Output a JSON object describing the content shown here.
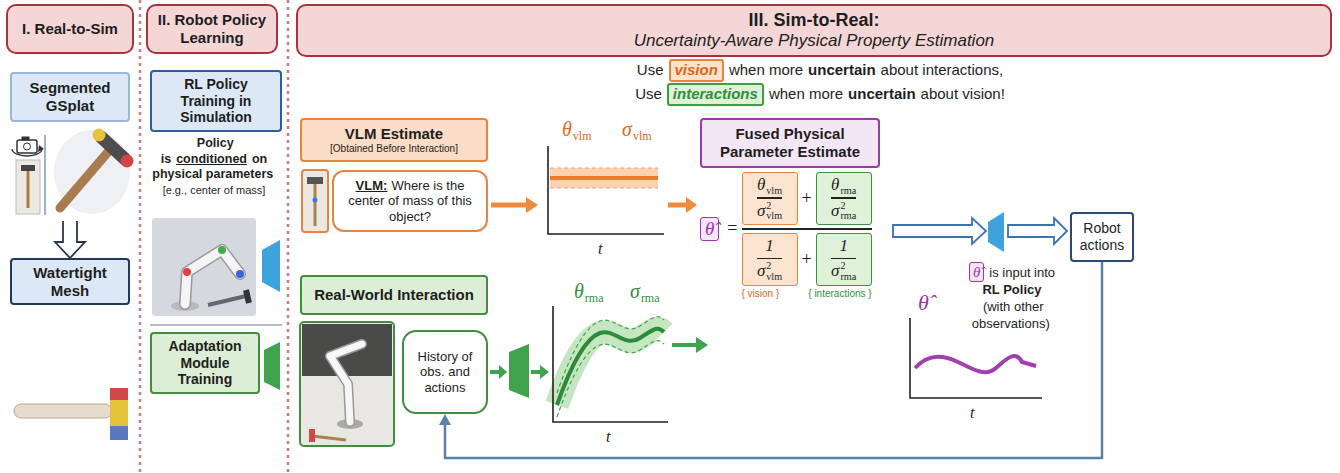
{
  "diagram": {
    "nodes": [
      {
        "text": [
          "I. Real-to-Sim"
        ]
      },
      {
        "text": [
          "Segmented GSplat"
        ]
      },
      {
        "text": [
          "Watertight Mesh"
        ]
      },
      {
        "text": [
          "II. Robot Policy Learning"
        ]
      },
      {
        "text": [
          "RL Policy Training in Simulation"
        ]
      },
      {
        "text": [
          "Adaptation Module Training"
        ]
      },
      {
        "text": [
          "III. Sim-to-Real:",
          "Uncertainty-Aware Physical Property Estimation"
        ]
      },
      {
        "text": [
          "VLM Estimate",
          "[Obtained Before Interaction]"
        ]
      },
      {
        "text": [
          "VLM:",
          "Where is the center of mass of this object?"
        ]
      },
      {
        "text": [
          "Fused Physical Parameter Estimate"
        ]
      },
      {
        "text": [
          "Real-World Interaction"
        ]
      },
      {
        "text": [
          "History of obs. and actions"
        ]
      },
      {
        "text": [
          "Robot actions"
        ]
      }
    ],
    "edges": [
      {
        "from": 1,
        "to": 2,
        "arrow": "to"
      },
      {
        "from": 12,
        "to": 11,
        "arrow": "to"
      }
    ],
    "labels": [
      "Use",
      "vision",
      "when more",
      "uncertain",
      "about interactions,",
      "Use",
      "interactions",
      "when more",
      "uncertain",
      "about vision!",
      "Policy is",
      "conditioned",
      "on physical parameters",
      "[e.g., center of mass]",
      "θ",
      "vlm",
      "σ",
      "vlm",
      "t",
      "θ",
      "rma",
      "σ",
      "rma",
      "t",
      "θ̂",
      "=",
      "θ",
      "vlm",
      "σ",
      "2",
      "vlm",
      "+",
      "θ",
      "rma",
      "σ",
      "2",
      "rma",
      "1",
      "σ",
      "2",
      "vlm",
      "+",
      "1",
      "σ",
      "2",
      "rma",
      "{ vision }",
      "{ interactions }",
      "θ̂",
      "is input into",
      "RL Policy",
      "(with other observations)",
      "θ̂",
      "t"
    ]
  }
}
